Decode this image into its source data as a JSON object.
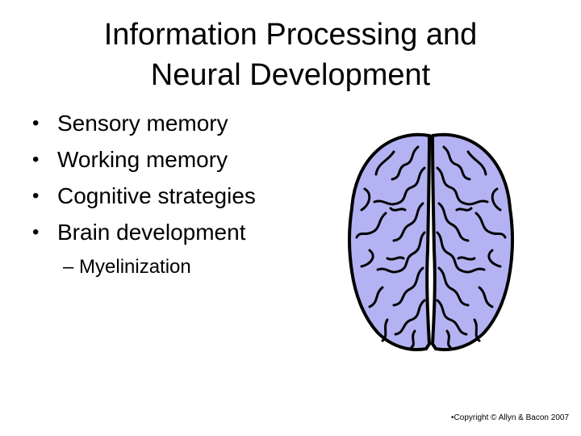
{
  "slide": {
    "title_line1": "Information Processing and",
    "title_line2": "Neural Development",
    "bullet_marker": "•",
    "bullets": [
      {
        "label": "Sensory memory"
      },
      {
        "label": "Working memory"
      },
      {
        "label": "Cognitive strategies"
      },
      {
        "label": "Brain development"
      }
    ],
    "subbullet": "– Myelinization",
    "copyright": "•Copyright © Allyn & Bacon 2007",
    "colors": {
      "background": "#ffffff",
      "text": "#000000",
      "brain_fill": "#b3b3f3",
      "brain_outline": "#000000"
    },
    "illustration": "brain-icon"
  }
}
